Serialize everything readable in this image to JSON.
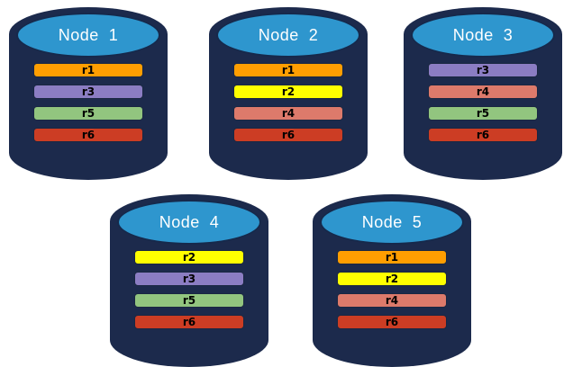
{
  "palette": {
    "canvas_bg": "#FFFFFF",
    "cylinder_body": "#1C2A4C",
    "lid_fill": "#2E96CE",
    "lid_border": "#16294B",
    "node_label_text": "#FFFFFF",
    "bar_border": "#1A2742",
    "bar_text": "#000000",
    "r1": "#FF9E01",
    "r2": "#FFFF00",
    "r3": "#8B7DC3",
    "r4": "#DD7A6B",
    "r5": "#92C57F",
    "r6": "#CC3D24"
  },
  "nodes": [
    {
      "label": "Node  1",
      "replicas": [
        "r1",
        "r3",
        "r5",
        "r6"
      ]
    },
    {
      "label": "Node  2",
      "replicas": [
        "r1",
        "r2",
        "r4",
        "r6"
      ]
    },
    {
      "label": "Node  3",
      "replicas": [
        "r3",
        "r4",
        "r5",
        "r6"
      ]
    },
    {
      "label": "Node  4",
      "replicas": [
        "r2",
        "r3",
        "r5",
        "r6"
      ]
    },
    {
      "label": "Node  5",
      "replicas": [
        "r1",
        "r2",
        "r4",
        "r6"
      ]
    }
  ]
}
